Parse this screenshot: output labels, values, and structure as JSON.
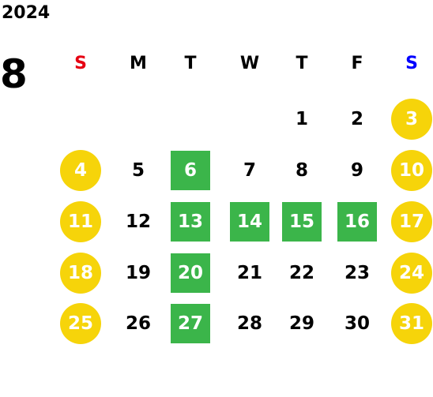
{
  "calendar": {
    "year": "2024",
    "month": "8",
    "weekdays": [
      "S",
      "M",
      "T",
      "W",
      "T",
      "F",
      "S"
    ],
    "weekday_colors": [
      "#e60012",
      "#000000",
      "#000000",
      "#000000",
      "#000000",
      "#000000",
      "#0000ff"
    ],
    "weekend_color": "#f6d40a",
    "marked_color": "#3bb54a",
    "first_weekday": 4,
    "days_in_month": 31,
    "marked_days": [
      6,
      13,
      14,
      15,
      16,
      20,
      27
    ]
  }
}
